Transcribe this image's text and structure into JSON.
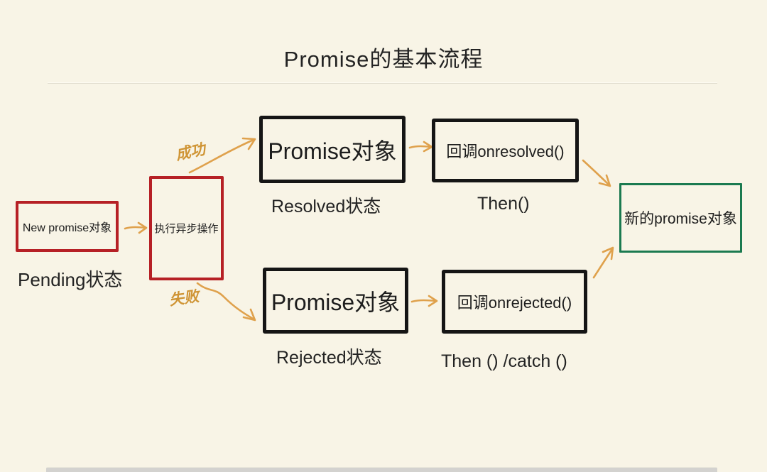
{
  "title": "Promise的基本流程",
  "nodes": {
    "new_promise": "New promise对象",
    "async_op": "执行异步操作",
    "resolved_promise": "Promise对象",
    "onresolved": "回调onresolved()",
    "rejected_promise": "Promise对象",
    "onrejected": "回调onrejected()",
    "result_promise": "新的promise对象"
  },
  "captions": {
    "pending": "Pending状态",
    "resolved": "Resolved状态",
    "then": "Then()",
    "rejected": "Rejected状态",
    "then_catch": "Then () /catch ()"
  },
  "edge_labels": {
    "success": "成功",
    "fail": "失败"
  },
  "colors": {
    "background": "#f8f4e6",
    "pending_box_border": "#b62025",
    "state_box_border": "#151515",
    "result_box_border": "#1b7a50",
    "arrow": "#dfa14c",
    "text": "#222222"
  }
}
